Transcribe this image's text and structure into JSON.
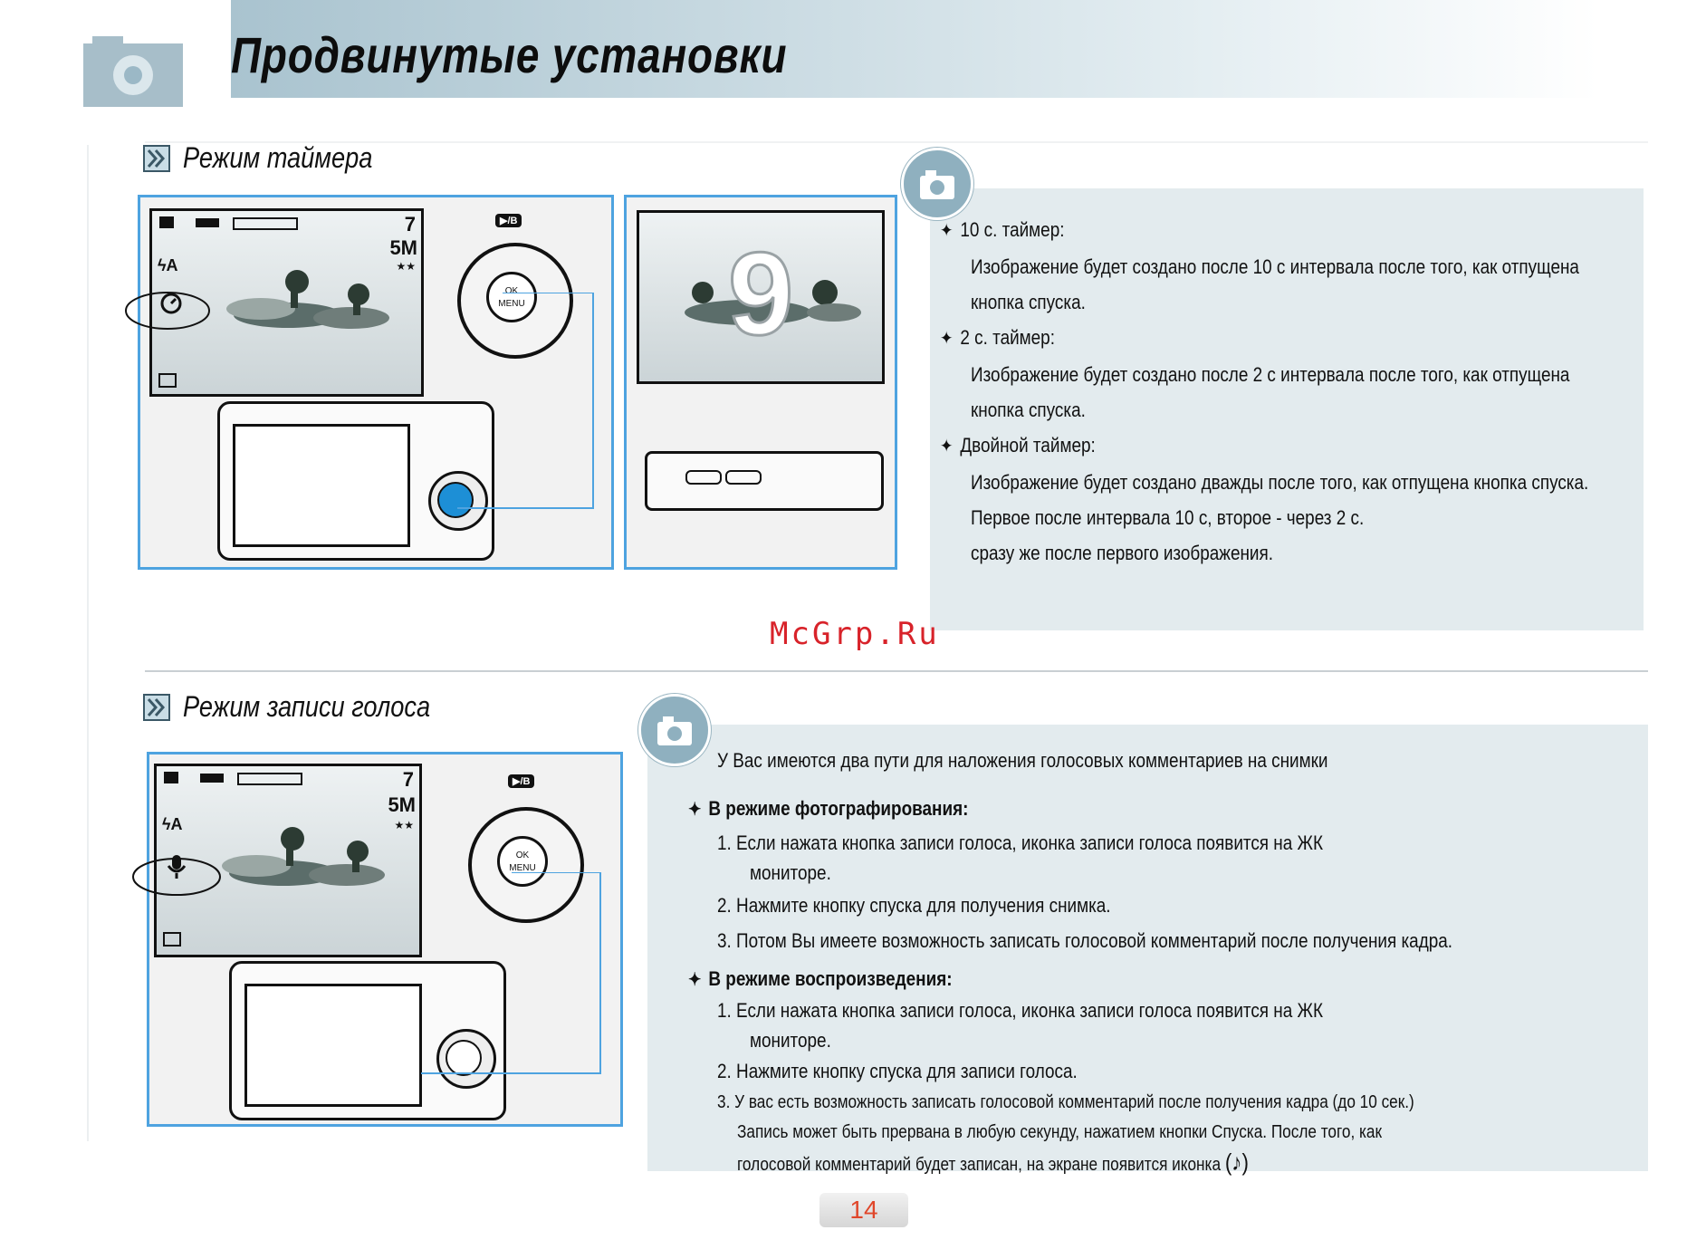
{
  "header": {
    "title": "Продвинутые установки"
  },
  "timer_section": {
    "title": "Режим таймера",
    "items": [
      {
        "title": "10 с. таймер:",
        "lines": [
          "Изображение будет создано после 10 с интервала после того, как отпущена",
          "кнопка спуска."
        ]
      },
      {
        "title": "2 с. таймер:",
        "lines": [
          "Изображение будет создано после 2 с интервала после того, как отпущена",
          "кнопка спуска."
        ]
      },
      {
        "title": "Двойной таймер:",
        "lines": [
          "Изображение будет создано дважды после того, как отпущена кнопка спуска.",
          "Первое после интервала 10 с, второе - через 2 с.",
          "сразу же после первого изображения."
        ]
      }
    ],
    "lcd": {
      "count": "7",
      "resolution": "5M",
      "quality": "★★",
      "flash": "ϟA"
    },
    "countdown": "9",
    "button_labels": {
      "play": "▶/B",
      "ok": "OK",
      "menu": "MENU"
    }
  },
  "voice_section": {
    "title": "Режим записи голоса",
    "intro": "У Вас имеются два пути для наложения голосовых комментариев на снимки",
    "photo_mode": {
      "title": "В режиме фотографирования:",
      "steps": [
        "1. Если нажата кнопка записи голоса, иконка записи голоса появится на ЖК",
        "мониторе.",
        "2. Нажмите кнопку спуска для получения снимка.",
        "3. Потом Вы имеете возможность записать голосовой комментарий после получения кадра."
      ]
    },
    "play_mode": {
      "title": "В режиме воспроизведения:",
      "steps": [
        "1. Если нажата кнопка записи голоса, иконка записи голоса появится на ЖК",
        "мониторе.",
        "2. Нажмите кнопку спуска для записи голоса.",
        "3. У вас есть возможность записать голосовой комментарий после получения кадра (до 10 сек.)",
        "Запись может быть прервана в любую секунду, нажатием кнопки Спуска. После того, как",
        "голосовой комментарий будет записан, на экране появится иконка"
      ]
    },
    "lcd": {
      "count": "7",
      "resolution": "5M",
      "quality": "★★",
      "flash": "ϟA"
    },
    "button_labels": {
      "play": "▶/B",
      "ok": "OK",
      "menu": "MENU"
    }
  },
  "watermark": "McGrp.Ru",
  "page_number": "14"
}
